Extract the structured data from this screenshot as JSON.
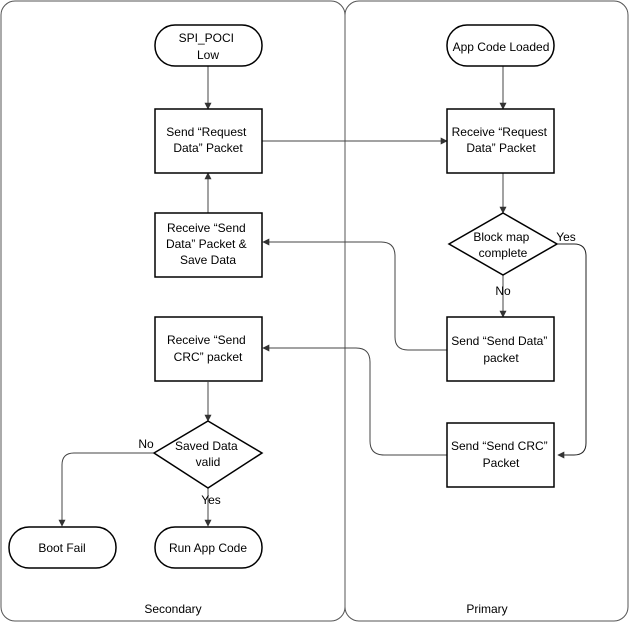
{
  "lanes": {
    "secondary": "Secondary",
    "primary": "Primary"
  },
  "secondary": {
    "start": [
      "SPI_POCI",
      "Low"
    ],
    "request": [
      "Send “Request",
      "Data” Packet"
    ],
    "receive_data": [
      "Receive “Send",
      "Data” Packet &",
      "Save Data"
    ],
    "receive_crc": [
      "Receive “Send",
      "CRC” packet"
    ],
    "decision": [
      "Saved Data",
      "valid"
    ],
    "boot_fail": "Boot Fail",
    "run_app": "Run App Code",
    "label_no": "No",
    "label_yes": "Yes"
  },
  "primary": {
    "start": "App Code Loaded",
    "receive_request": [
      "Receive “Request",
      "Data” Packet"
    ],
    "decision": [
      "Block map",
      "complete"
    ],
    "send_data": [
      "Send “Send Data”",
      "packet"
    ],
    "send_crc": [
      "Send “Send CRC”",
      "Packet"
    ],
    "label_no": "No",
    "label_yes": "Yes"
  }
}
